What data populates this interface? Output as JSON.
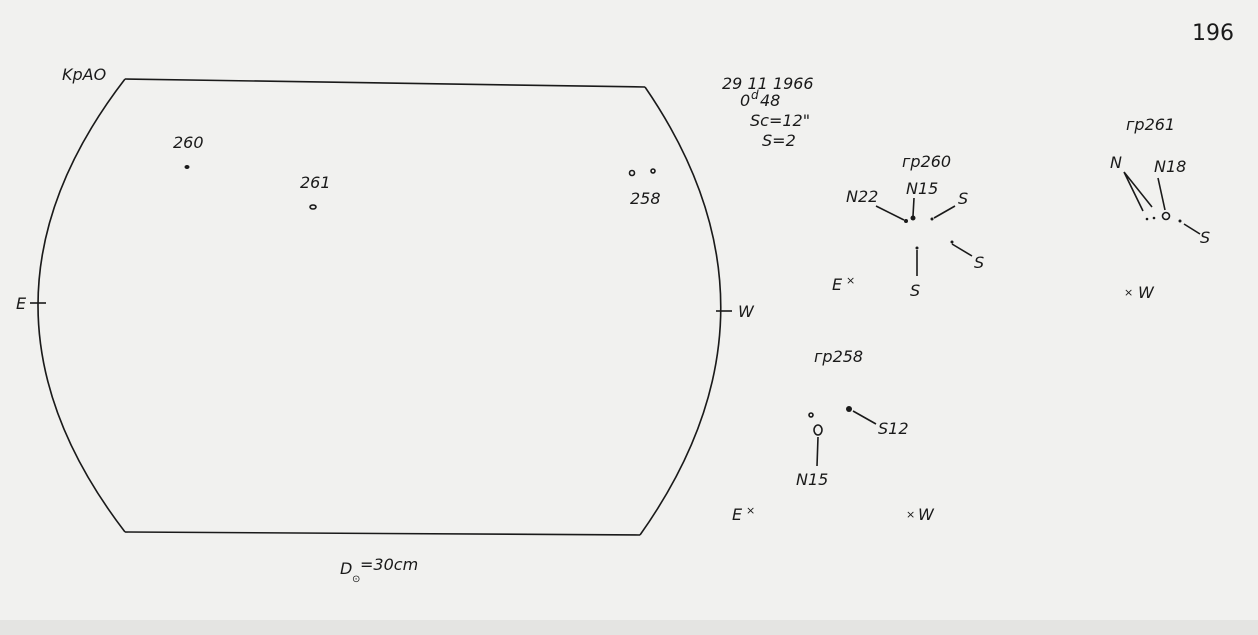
{
  "page_number": "196",
  "observatory": "KpAO",
  "header": {
    "date": "29 11 1966",
    "time_base": "0",
    "time_sup": "d",
    "time_rest": "48",
    "scale": "Sc=12\"",
    "seeing": "S=2"
  },
  "disc": {
    "east": "E",
    "west": "W",
    "diameter": "D",
    "diameter_sub": "⊙",
    "diameter_value": "=30cm",
    "groups": [
      "260",
      "261",
      "258"
    ]
  },
  "group_260": {
    "title": "гр260",
    "labels": [
      "N22",
      "N15",
      "S",
      "S",
      "S"
    ],
    "east": "E",
    "west_absent": ""
  },
  "group_261": {
    "title": "гр261",
    "labels": [
      "N",
      "N18",
      "S"
    ],
    "west": "W"
  },
  "group_258": {
    "title": "гр258",
    "labels": [
      "S12",
      "N15"
    ],
    "east": "E",
    "west": "W"
  }
}
